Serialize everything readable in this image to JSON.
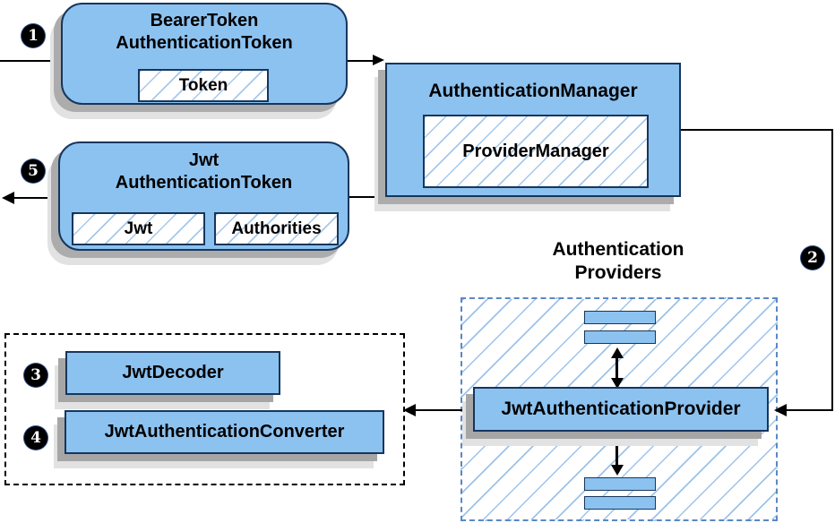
{
  "badges": {
    "step1": "1",
    "step2": "2",
    "step3": "3",
    "step4": "4",
    "step5": "5"
  },
  "nodes": {
    "bearer_token": {
      "title_line1": "BearerToken",
      "title_line2": "AuthenticationToken",
      "field_token": "Token"
    },
    "authentication_manager": {
      "title": "AuthenticationManager",
      "inner": "ProviderManager"
    },
    "jwt_authentication_token": {
      "title_line1": "Jwt",
      "title_line2": "AuthenticationToken",
      "field_jwt": "Jwt",
      "field_authorities": "Authorities"
    },
    "authentication_providers": {
      "label_line1": "Authentication",
      "label_line2": "Providers"
    },
    "jwt_authentication_provider": {
      "title": "JwtAuthenticationProvider"
    },
    "jwt_decoder": {
      "title": "JwtDecoder"
    },
    "jwt_authentication_converter": {
      "title": "JwtAuthenticationConverter"
    }
  },
  "colors": {
    "node_fill": "#8cc2f0",
    "node_border": "#16365d",
    "hatch_line": "#9cc3e8",
    "providers_container_border": "#5b87c5",
    "decoder_container_border": "#000000",
    "connector": "#000000",
    "shadow_dark": "#acacac",
    "shadow_light": "#e2e2e2",
    "badge_background": "#000000",
    "badge_text": "#ffffff"
  }
}
